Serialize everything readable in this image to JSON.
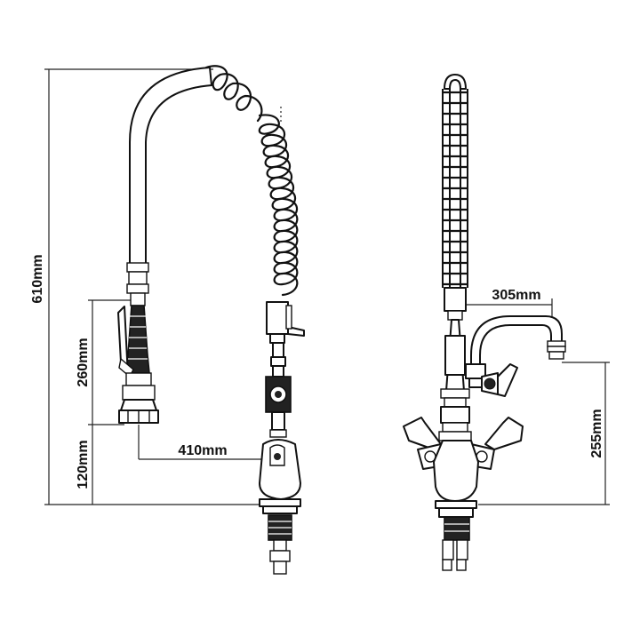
{
  "diagram": {
    "dimensions": {
      "total_height": "610mm",
      "spray_head_height": "260mm",
      "base_height": "120mm",
      "reach": "410mm",
      "spout_reach": "305mm",
      "spout_height": "255mm"
    }
  }
}
